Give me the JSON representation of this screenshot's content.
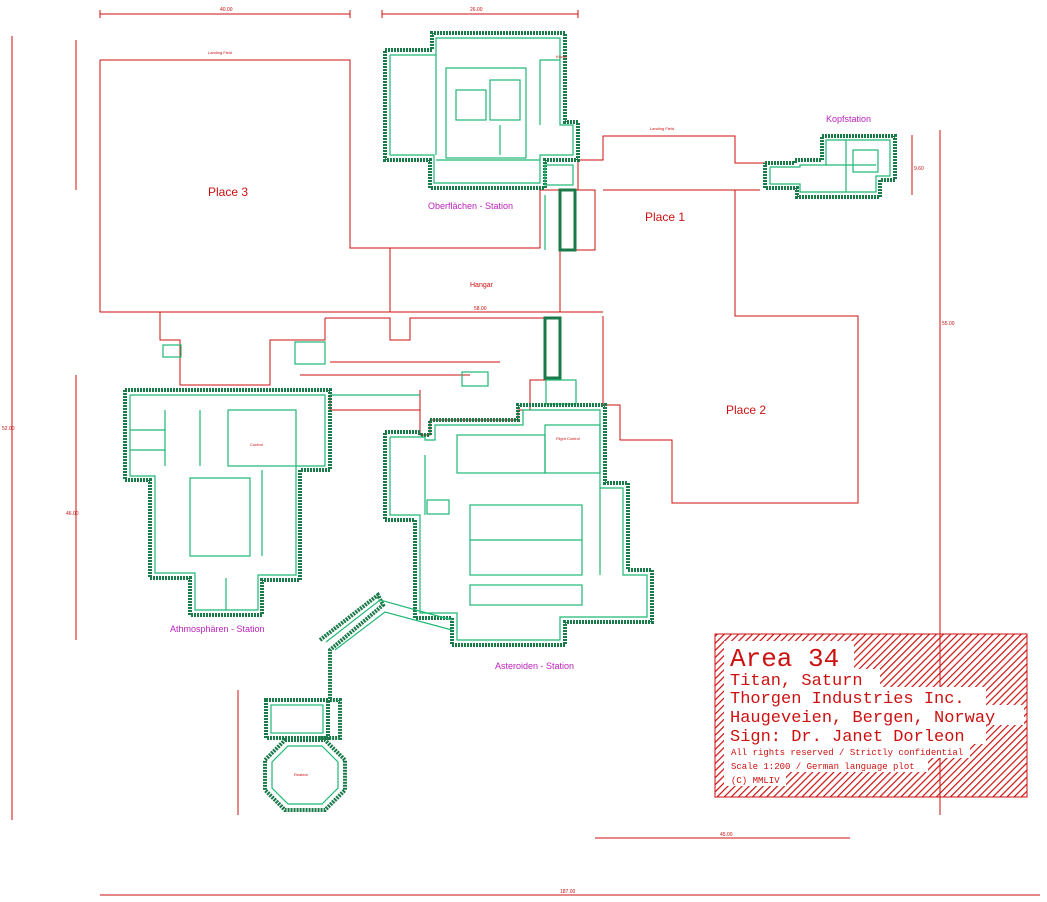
{
  "labels": {
    "place3": "Place 3",
    "place1": "Place 1",
    "place2": "Place 2",
    "hangar": "Hangar",
    "landing_field_left": "Landing Field",
    "landing_field_right": "Landing Field"
  },
  "stations": {
    "oberflaechen": "Oberflächen - Station",
    "kopf": "Kopfstation",
    "athmosphaeren": "Athmosphären - Station",
    "asteroiden": "Asteroiden - Station"
  },
  "rooms": {
    "reaktor": "Reaktor",
    "flight_control": "Flight Control",
    "control": "Control",
    "kueche": "Küche"
  },
  "dimensions": {
    "top_left": "40.00",
    "top_mid": "26.00",
    "right_top": "9.60",
    "right_mid": "55.00",
    "left_total": "52.00",
    "left_mid": "46.00",
    "bottom_total": "187.00",
    "bottom_right": "45.00",
    "hangar_width": "58.00"
  },
  "title_block": {
    "line1": "Area 34",
    "line2": "Titan, Saturn",
    "line3": "Thorgen Industries Inc.",
    "line4": "Haugeveien, Bergen, Norway",
    "line5": "Sign: Dr. Janet Dorleon",
    "line6": "All rights reserved / Strictly confidential",
    "line7": "Scale 1:200 / German language plot",
    "line8": "(C) MMLIV"
  }
}
